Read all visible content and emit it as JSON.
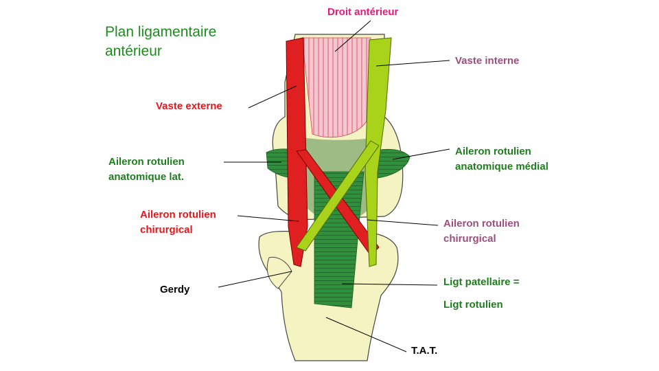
{
  "title": {
    "line1": "Plan ligamentaire",
    "line2": "antérieur"
  },
  "colors": {
    "title": "#1f8a1f",
    "red": "#e8151b",
    "pink": "#e8187a",
    "mauve": "#9a4f7c",
    "green": "#1e7d1e",
    "black": "#000000",
    "bone": "#f6f3c2",
    "muscle_red": "#e02020",
    "muscle_lime": "#a9d21a",
    "ligament_green": "#2f8f3a"
  },
  "labels": {
    "droit_anterieur": "Droit antérieur",
    "vaste_interne": "Vaste interne",
    "vaste_externe": "Vaste externe",
    "aileron_lat_1": "Aileron rotulien",
    "aileron_lat_2": "anatomique lat.",
    "aileron_med_1": "Aileron rotulien",
    "aileron_med_2": "anatomique médial",
    "aileron_chir_left_1": "Aileron rotulien",
    "aileron_chir_left_2": "chirurgical",
    "aileron_chir_right_1": "Aileron rotulien",
    "aileron_chir_right_2": "chirurgical",
    "gerdy": "Gerdy",
    "ligt_patellaire": "Ligt patellaire =",
    "ligt_rotulien": "Ligt rotulien",
    "tat": "T.A.T."
  }
}
